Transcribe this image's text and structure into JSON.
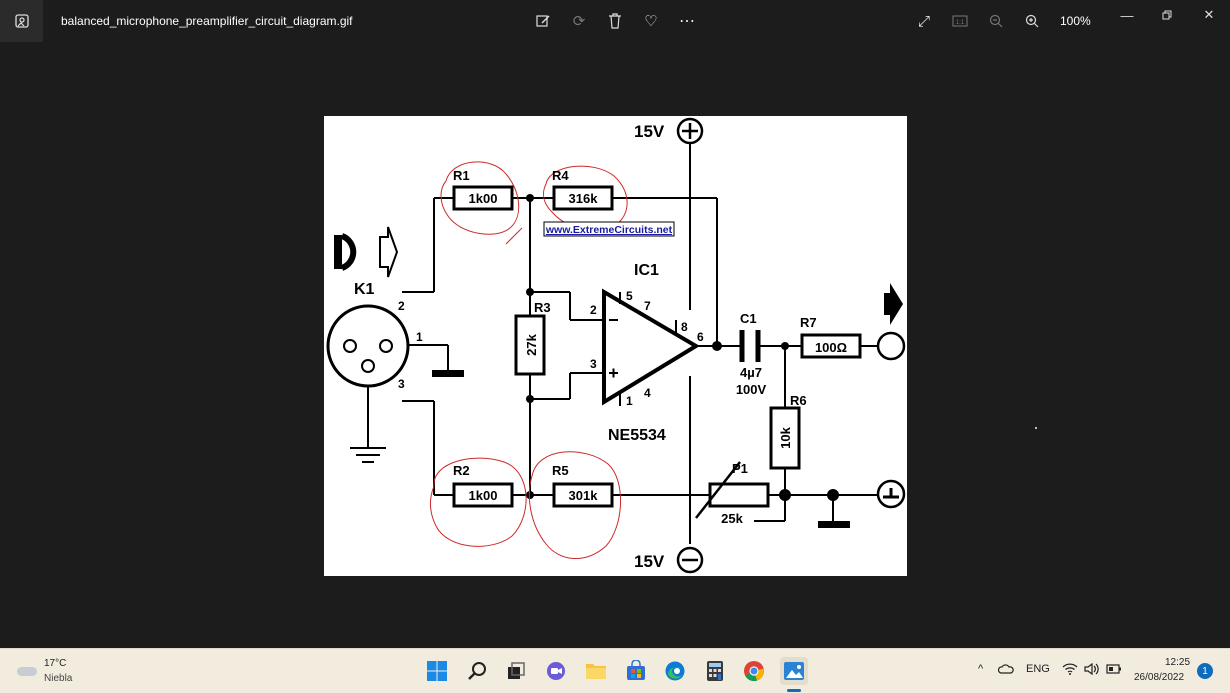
{
  "window": {
    "title": "balanced_microphone_preamplifier_circuit_diagram.gif",
    "zoom": "100%",
    "icons": [
      "edit-icon",
      "rotate-icon",
      "delete-icon",
      "favorite-icon",
      "more-icon",
      "fullscreen-icon",
      "actual-size-icon",
      "zoom-out-icon",
      "zoom-in-icon",
      "minimize-icon",
      "restore-icon",
      "close-icon"
    ]
  },
  "schematic": {
    "supply_pos": "15V",
    "supply_neg": "15V",
    "ic_name": "IC1",
    "ic_part": "NE5534",
    "connector": "K1",
    "watermark": "www.ExtremeCircuits.net",
    "components": {
      "r1": {
        "ref": "R1",
        "value": "1k00"
      },
      "r2": {
        "ref": "R2",
        "value": "1k00"
      },
      "r3": {
        "ref": "R3",
        "value": "27k"
      },
      "r4": {
        "ref": "R4",
        "value": "316k"
      },
      "r5": {
        "ref": "R5",
        "value": "301k"
      },
      "r6": {
        "ref": "R6",
        "value": "10k"
      },
      "r7": {
        "ref": "R7",
        "value": "100Ω"
      },
      "c1": {
        "ref": "C1",
        "value": "4µ7",
        "voltage": "100V"
      },
      "p1": {
        "ref": "P1",
        "value": "25k"
      }
    },
    "pins": {
      "k1_2": "2",
      "k1_1": "1",
      "k1_3": "3",
      "ic_2": "2",
      "ic_3": "3",
      "ic_5": "5",
      "ic_7": "7",
      "ic_8": "8",
      "ic_6": "6",
      "ic_1": "1",
      "ic_4": "4"
    }
  },
  "taskbar": {
    "weather_temp": "17°C",
    "weather_desc": "Niebla",
    "language": "ENG",
    "time": "12:25",
    "date": "26/08/2022",
    "notifications": "1",
    "apps": [
      "start-icon",
      "search-icon",
      "task-view-icon",
      "chat-icon",
      "file-explorer-icon",
      "store-icon",
      "edge-icon",
      "calculator-icon",
      "chrome-icon",
      "photos-icon"
    ]
  }
}
